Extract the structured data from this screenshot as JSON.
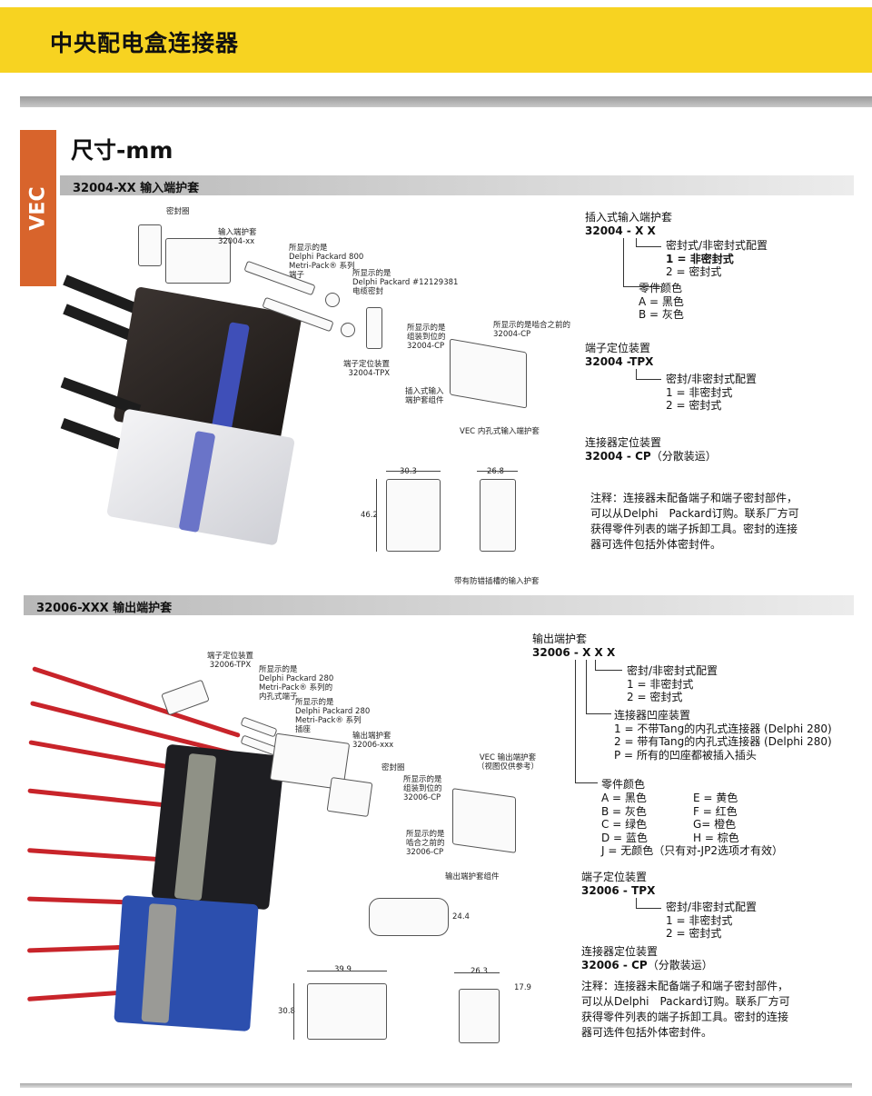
{
  "header": {
    "title": "中央配电盒连接器"
  },
  "side_tab": "VEC",
  "page_title": "尺寸-mm",
  "section1": {
    "bar": "32004-XX 输入端护套",
    "labels": {
      "seal": "密封圈",
      "housing": [
        "输入端护套",
        "32004-xx"
      ],
      "terminal": [
        "所显示的是",
        "Delphi Packard 800",
        "Metri-Pack® 系列",
        "端子"
      ],
      "cable_seal": [
        "所显示的是",
        "Delphi Packard #12129381",
        "电缆密封"
      ],
      "tpx": [
        "端子定位装置",
        "32004-TPX"
      ],
      "cp_seated": [
        "所显示的是",
        "组装到位的",
        "32004-CP"
      ],
      "cp_pre": [
        "所显示的是啮合之前的",
        "32004-CP"
      ],
      "assembly": [
        "插入式输入",
        "端护套组件"
      ],
      "vec_housing": "VEC 内孔式输入端护套",
      "drawing_caption": "带有防错插槽的输入护套"
    },
    "dims": {
      "w1": "30.3",
      "h1": "46.2",
      "w2": "26.8"
    },
    "spec": {
      "title": "插入式输入端护套",
      "code": "32004 - X X",
      "seal_cfg": "密封式/非密封式配置",
      "seal_opts": [
        "1 = 非密封式",
        "2 = 密封式"
      ],
      "color": "零件颜色",
      "color_opts": [
        "A = 黑色",
        "B = 灰色"
      ],
      "tpx_title": "端子定位装置",
      "tpx_code": "32004 -TPX",
      "tpx_seal": "密封/非密封式配置",
      "tpx_opts": [
        "1 = 非密封式",
        "2 = 密封式"
      ],
      "cp_title": "连接器定位装置",
      "cp_code": "32004 - CP",
      "cp_note": "（分散装运）",
      "note": [
        "注释：连接器未配备端子和端子密封部件，",
        "可以从Delphi　Packard订购。联系厂方可",
        "获得零件列表的端子拆卸工具。密封的连接",
        "器可选件包括外体密封件。"
      ]
    }
  },
  "section2": {
    "bar": "32006-XXX 输出端护套",
    "labels": {
      "tpx": [
        "端子定位装置",
        "32006-TPX"
      ],
      "female": [
        "所显示的是",
        "Delphi Packard 280",
        "Metri-Pack® 系列的",
        "内孔式端子"
      ],
      "socket": [
        "所显示的是",
        "Delphi Packard 280",
        "Metri-Pack® 系列",
        "插座"
      ],
      "housing": [
        "输出端护套",
        "32006-xxx"
      ],
      "seal": "密封圈",
      "vec": [
        "VEC 输出端护套",
        "（视图仅供参考）"
      ],
      "cp_seated": [
        "所显示的是",
        "组装到位的",
        "32006-CP"
      ],
      "cp_pre": [
        "所显示的是",
        "啮合之前的",
        "32006-CP"
      ],
      "assembly": "输出端护套组件"
    },
    "dims": {
      "h_face": "24.4",
      "w1": "39.9",
      "h1": "30.8",
      "w2": "26.3",
      "w3": "17.9"
    },
    "spec": {
      "title": "输出端护套",
      "code": "32006 - X X X",
      "seal_cfg": "密封/非密封式配置",
      "seal_opts": [
        "1 = 非密封式",
        "2 = 密封式"
      ],
      "recess": "连接器凹座装置",
      "recess_opts": [
        "1 = 不带Tang的内孔式连接器 (Delphi 280)",
        "2 = 带有Tang的内孔式连接器 (Delphi 280)",
        "P = 所有的凹座都被插入插头"
      ],
      "color": "零件颜色",
      "color_left": [
        "A = 黑色",
        "B = 灰色",
        "C = 绿色",
        "D = 蓝色"
      ],
      "color_right": [
        "E = 黄色",
        "F = 红色",
        "G= 橙色",
        "H = 棕色"
      ],
      "color_j": "J = 无颜色（只有对-JP2选项才有效）",
      "tpx_title": "端子定位装置",
      "tpx_code": "32006 - TPX",
      "tpx_seal": "密封/非密封式配置",
      "tpx_opts": [
        "1 = 非密封式",
        "2 = 密封式"
      ],
      "cp_title": "连接器定位装置",
      "cp_code": "32006 - CP",
      "cp_note": "（分散装运）",
      "note": [
        "注释：连接器未配备端子和端子密封部件，",
        "可以从Delphi　Packard订购。联系厂方可",
        "获得零件列表的端子拆卸工具。密封的连接",
        "器可选件包括外体密封件。"
      ]
    }
  }
}
